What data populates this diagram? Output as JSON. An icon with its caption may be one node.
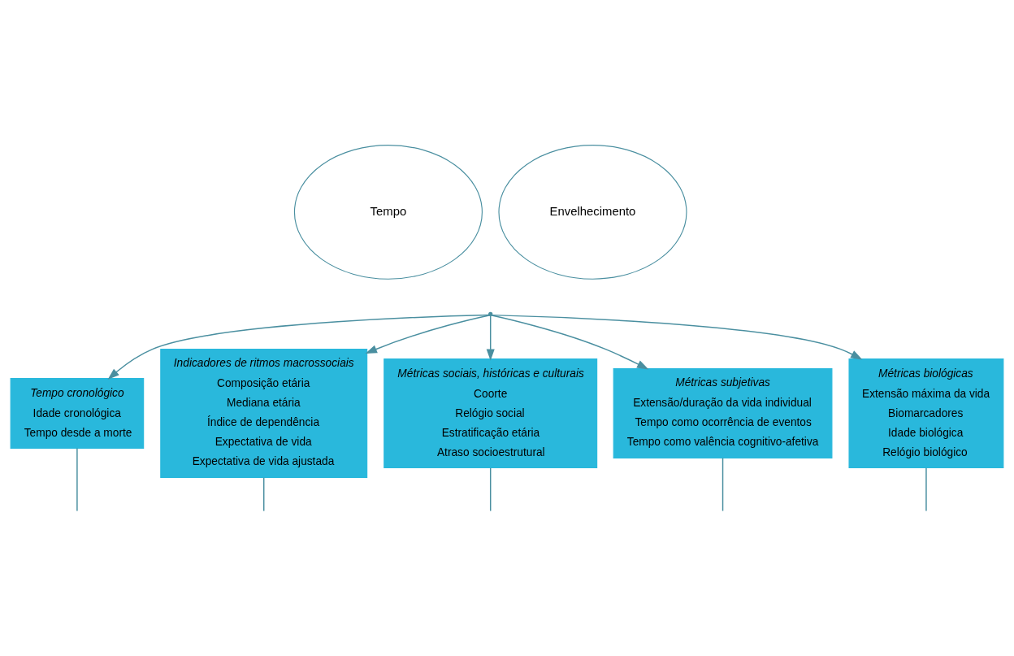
{
  "diagram": {
    "nodes": [
      {
        "text": [
          "Tempo"
        ]
      },
      {
        "text": [
          "Envelhecimento"
        ]
      },
      {
        "text": [],
        "shape": "point"
      },
      {
        "text": [
          "Tempo cronológico",
          "Idade cronológica",
          "Tempo desde a morte"
        ]
      },
      {
        "text": [
          "Indicadores de ritmos macrossociais",
          "Composição etária",
          "Mediana etária",
          "Índice de dependência",
          "Expectativa de vida",
          "Expectativa de vida ajustada"
        ]
      },
      {
        "text": [
          "Métricas sociais, históricas e culturais",
          "Coorte",
          "Relógio social",
          "Estratificação etária",
          "Atraso socioestrutural"
        ]
      },
      {
        "text": [
          "Métricas subjetivas",
          "Extensão/duração da vida individual",
          "Tempo como ocorrência de eventos",
          "Tempo como valência cognitivo-afetiva"
        ]
      },
      {
        "text": [
          "Métricas biológicas",
          "Extensão máxima da vida",
          "Biomarcadores",
          "Idade biológica",
          "Relógio biológico"
        ]
      }
    ],
    "edges": [
      {
        "from": 2,
        "to": 3,
        "arrow": "to"
      },
      {
        "from": 2,
        "to": 4,
        "arrow": "to"
      },
      {
        "from": 2,
        "to": 5,
        "arrow": "to"
      },
      {
        "from": 2,
        "to": 6,
        "arrow": "to"
      },
      {
        "from": 2,
        "to": 7,
        "arrow": "to"
      },
      {
        "from": 3,
        "to": null,
        "arrow": "none"
      },
      {
        "from": 4,
        "to": null,
        "arrow": "none"
      },
      {
        "from": 5,
        "to": null,
        "arrow": "none"
      },
      {
        "from": 6,
        "to": null,
        "arrow": "none"
      },
      {
        "from": 7,
        "to": null,
        "arrow": "none"
      }
    ]
  }
}
